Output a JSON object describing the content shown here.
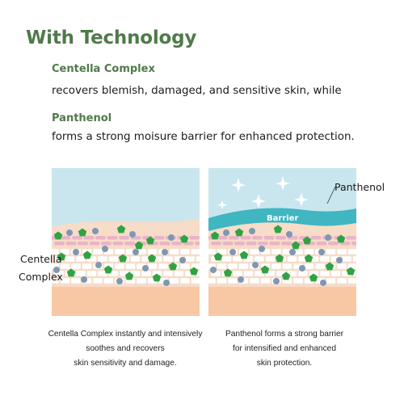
{
  "heading": "With Technology",
  "ingredients": [
    {
      "name": "Centella Complex",
      "desc": "recovers blemish, damaged, and sensitive skin, while"
    },
    {
      "name": "Panthenol",
      "desc": "forms a strong moisure barrier for enhanced protection."
    }
  ],
  "panels": {
    "left": {
      "callout_lines": [
        "Centella",
        "Complex"
      ],
      "caption_lines": [
        "Centella Complex instantly and intensively",
        "soothes and recovers",
        "skin sensitivity and damage."
      ]
    },
    "right": {
      "callout": "Panthenol",
      "barrier_label": "Barrier",
      "caption_lines": [
        "Panthenol forms a strong barrier",
        "for intensified and enhanced",
        "skin protection."
      ]
    }
  },
  "colors": {
    "accent_green": "#4f7a49",
    "sky_blue": "#c9e6ee",
    "skin_peach": "#f7dcc8",
    "skin_dermis": "#f8c8a4",
    "pink_layer": "#e9b4c7",
    "cell_white": "#ffffff",
    "centella_green": "#2fa343",
    "panthenol_blue": "#7f97b3",
    "barrier_teal": "#3fb6c2"
  }
}
